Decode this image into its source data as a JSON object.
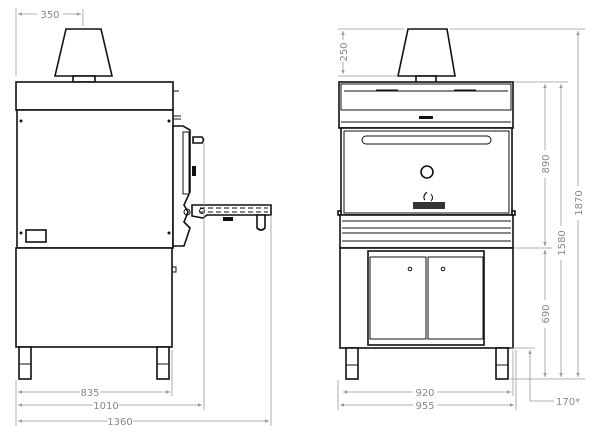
{
  "side_view": {
    "dimensions": {
      "chimney_offset": "350",
      "body_depth": "835",
      "depth_with_door": "1010",
      "depth_with_tray": "1360"
    }
  },
  "front_view": {
    "dimensions": {
      "chimney_height": "250",
      "upper_height": "890",
      "base_height": "690",
      "body_height": "1580",
      "total_height": "1870",
      "leg_height": "170*",
      "body_width": "920",
      "total_width": "955"
    }
  },
  "colors": {
    "line": "#111111",
    "dimension": "#999999",
    "label": "#888888"
  }
}
